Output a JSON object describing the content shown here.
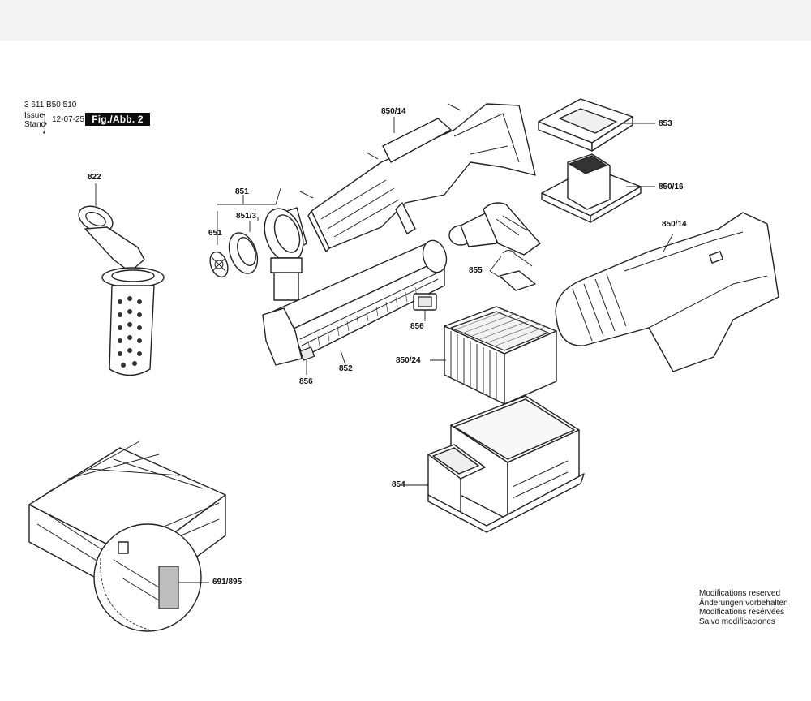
{
  "header": {
    "part_number": "3 611 B50 510",
    "issue_label_en": "Issue",
    "issue_label_de": "Stand",
    "issue_date": "12-07-25",
    "figure_label": "Fig./Abb. 2"
  },
  "callouts": {
    "c822": "822",
    "c851": "851",
    "c851_3": "851/3",
    "c651": "651",
    "c850_14_top": "850/14",
    "c853": "853",
    "c850_16": "850/16",
    "c850_14_right": "850/14",
    "c855": "855",
    "c856_mid": "856",
    "c856_left": "856",
    "c852": "852",
    "c850_24": "850/24",
    "c854": "854",
    "c691_895": "691/895"
  },
  "footer_notes": [
    "Modifications reserved",
    "Änderungen vorbehalten",
    "Modifications resérvées",
    "Salvo modificaciones"
  ]
}
